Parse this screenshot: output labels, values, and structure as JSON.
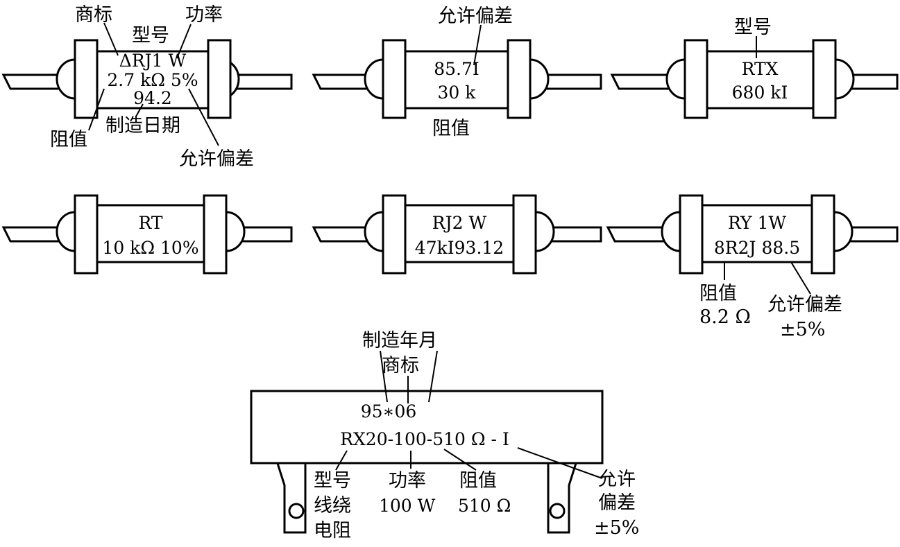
{
  "colors": {
    "ink": "#000000",
    "paper": "#ffffff"
  },
  "r1": {
    "line1": "ΔRJ1 W",
    "line2": "2.7 kΩ 5%",
    "line3": "94.2",
    "label_trademark": "商标",
    "label_power": "功率",
    "label_model": "型号",
    "label_resistance": "阻值",
    "label_date": "制造日期",
    "label_tolerance": "允许偏差"
  },
  "r2": {
    "line1": "85.7Ⅰ",
    "line2": "30 k",
    "label_tolerance": "允许偏差",
    "label_resistance": "阻值"
  },
  "r3": {
    "line1": "RTX",
    "line2": "680 kⅠ",
    "label_model": "型号"
  },
  "r4": {
    "line1": "RT",
    "line2": "10 kΩ 10%"
  },
  "r5": {
    "line1": "RJ2 W",
    "line2": "47kⅠ93.12"
  },
  "r6": {
    "line1": "RY  1W",
    "line2": "8R2J 88.5",
    "label_resistance": "阻值",
    "label_resistance_value": "8.2  Ω",
    "label_tolerance": "允许偏差",
    "label_tolerance_value": "±5%"
  },
  "r7": {
    "line1": "95∗06",
    "line2": "RX20-100-510 Ω - Ⅰ",
    "label_date": "制造年月",
    "label_trademark": "商标",
    "label_model_1": "型号",
    "label_model_2": "线绕",
    "label_model_3": "电阻",
    "label_power": "功率",
    "label_power_value": "100 W",
    "label_resistance": "阻值",
    "label_resistance_value": "510 Ω",
    "label_tolerance_1": "允许",
    "label_tolerance_2": "偏差",
    "label_tolerance_3": "±5%"
  }
}
